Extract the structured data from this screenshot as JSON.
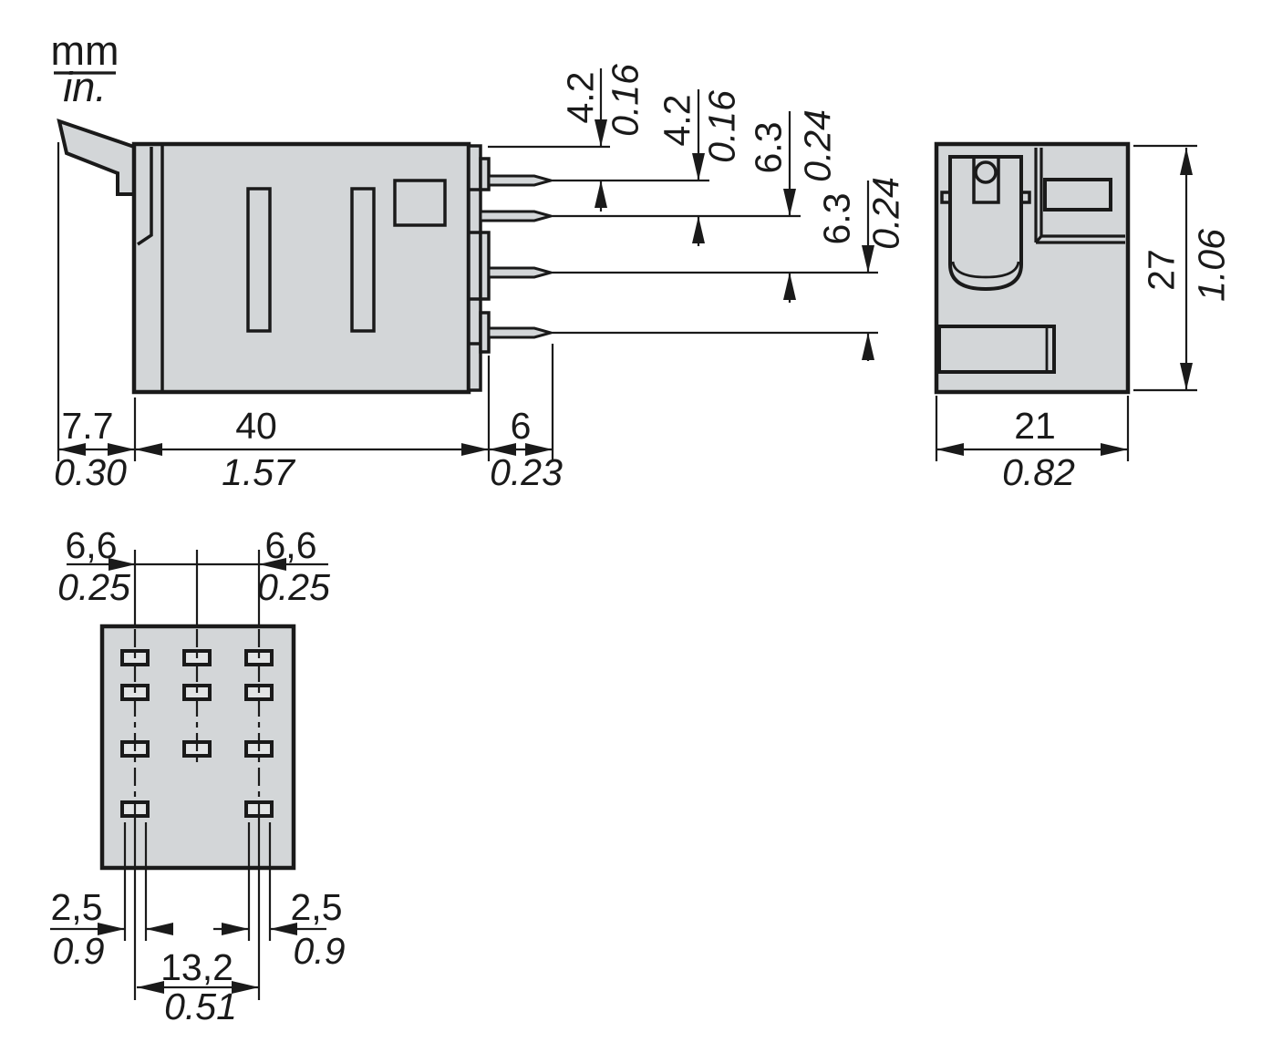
{
  "legend": {
    "mm_label": "mm",
    "inch_label": "in."
  },
  "colors": {
    "background": "#ffffff",
    "body_fill": "#d3d6d8",
    "slot_fill": "#e2e4e5",
    "line": "#1a1a1a"
  },
  "side_view": {
    "pin_dims": [
      {
        "mm": "4.2",
        "inch": "0.16"
      },
      {
        "mm": "4.2",
        "inch": "0.16"
      },
      {
        "mm": "6.3",
        "inch": "0.24"
      },
      {
        "mm": "6.3",
        "inch": "0.24"
      }
    ],
    "width_dims": [
      {
        "mm": "7.7",
        "inch": "0.30"
      },
      {
        "mm": "40",
        "inch": "1.57"
      },
      {
        "mm": "6",
        "inch": "0.23"
      }
    ]
  },
  "end_view": {
    "height_dim": {
      "mm": "27",
      "inch": "1.06"
    },
    "width_dim": {
      "mm": "21",
      "inch": "0.82"
    }
  },
  "bottom_view": {
    "pitch_dims": [
      {
        "mm": "6,6",
        "inch": "0.25"
      },
      {
        "mm": "6,6",
        "inch": "0.25"
      }
    ],
    "pin_width_dims": [
      {
        "mm": "2,5",
        "inch": "0.9"
      },
      {
        "mm": "2,5",
        "inch": "0.9"
      }
    ],
    "span_dim": {
      "mm": "13,2",
      "inch": "0.51"
    }
  }
}
